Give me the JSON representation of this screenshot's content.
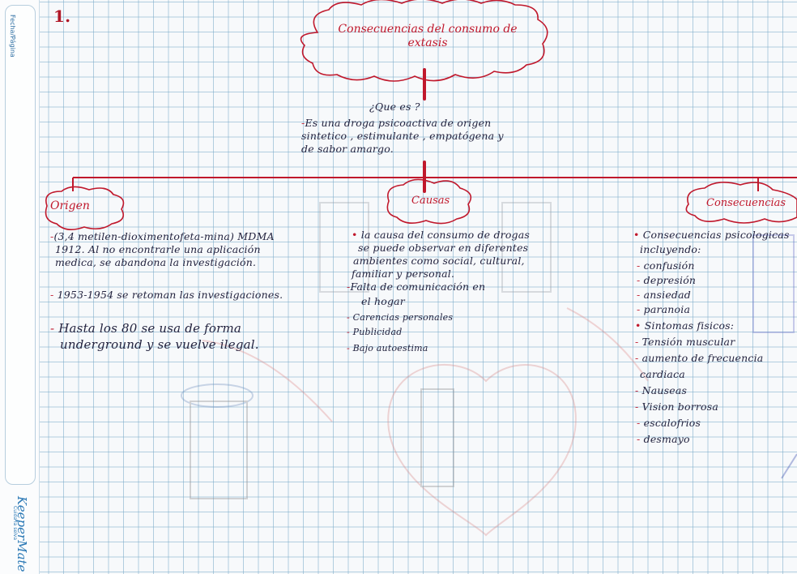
{
  "margin": {
    "fecha_label": "Fecha/Página",
    "brand": "KeeperMate",
    "brand_tagline": "Cuida la selva"
  },
  "page_number": "1.",
  "map_title": "Consecuencias del consumo de extasis",
  "que_es": {
    "question": "¿Que es ?",
    "answer_lines": [
      "-Es una droga psicoactiva de origen",
      "sintetico , estimulante , empatógena y",
      "de sabor amargo."
    ]
  },
  "origen": {
    "title": "Origen",
    "lines": [
      "-(3,4 metilen-dioximentofeta-mina) MDMA",
      "1912. Al no encontrarle una aplicación",
      "medica, se abandona la investigación.",
      "- 1953-1954 se retoman las investigaciones.",
      "- Hasta los 80 se usa de forma",
      "underground y se vuelve ilegal."
    ]
  },
  "causas": {
    "title": "Causas",
    "lines": [
      "• la causa del consumo de drogas",
      "se puede observar en diferentes",
      "ambientes como social, cultural,",
      "familiar y personal.",
      "-Falta de comunicación en",
      "el hogar",
      "- Carencias personales",
      "- Publicidad",
      "- Bajo autoestima"
    ]
  },
  "consecuencias": {
    "title": "Consecuencias",
    "lines": [
      "• Consecuencias psicologicas",
      "incluyendo:",
      "- confusión",
      "- depresión",
      "- ansiedad",
      "- paranoia",
      "• Sintomas fisicos:",
      "- Tensión muscular",
      "- aumento de frecuencia",
      "cardiaca",
      "- Nauseas",
      "- Vision borrosa",
      "- escalofrios",
      "- desmayo"
    ]
  },
  "colors": {
    "ink": "#23233f",
    "red_ink": "#c0182c",
    "grid": "#78aac8",
    "brand_blue": "#2a78b5"
  }
}
